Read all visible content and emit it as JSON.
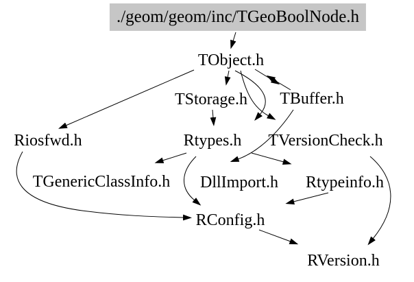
{
  "diagram": {
    "type": "include-dependency-graph",
    "background_color": "#ffffff",
    "root_fill_color": "#c6c6c6",
    "edge_color": "#000000",
    "text_color": "#000000",
    "nodes": [
      {
        "id": "root",
        "label": "./geom/geom/inc/TGeoBoolNode.h"
      },
      {
        "id": "tobject",
        "label": "TObject.h"
      },
      {
        "id": "tstorage",
        "label": "TStorage.h"
      },
      {
        "id": "tbuffer",
        "label": "TBuffer.h"
      },
      {
        "id": "riosfwd",
        "label": "Riosfwd.h"
      },
      {
        "id": "rtypes",
        "label": "Rtypes.h"
      },
      {
        "id": "tversioncheck",
        "label": "TVersionCheck.h"
      },
      {
        "id": "tgenericclassinfo",
        "label": "TGenericClassInfo.h"
      },
      {
        "id": "dllimport",
        "label": "DllImport.h"
      },
      {
        "id": "rtypeinfo",
        "label": "Rtypeinfo.h"
      },
      {
        "id": "rconfig",
        "label": "RConfig.h"
      },
      {
        "id": "rversion",
        "label": "RVersion.h"
      }
    ],
    "edges": [
      {
        "from": "./geom/geom/inc/TGeoBoolNode.h",
        "to": "TObject.h"
      },
      {
        "from": "TObject.h",
        "to": "Riosfwd.h"
      },
      {
        "from": "TObject.h",
        "to": "TStorage.h"
      },
      {
        "from": "TObject.h",
        "to": "TBuffer.h"
      },
      {
        "from": "TBuffer.h",
        "to": "TObject.h"
      },
      {
        "from": "TObject.h",
        "to": "Rtypes.h"
      },
      {
        "from": "TObject.h",
        "to": "TVersionCheck.h"
      },
      {
        "from": "TStorage.h",
        "to": "Rtypes.h"
      },
      {
        "from": "TBuffer.h",
        "to": "Rtypes.h"
      },
      {
        "from": "Rtypes.h",
        "to": "TGenericClassInfo.h"
      },
      {
        "from": "Rtypes.h",
        "to": "Rtypeinfo.h"
      },
      {
        "from": "Rtypes.h",
        "to": "RConfig.h"
      },
      {
        "from": "Riosfwd.h",
        "to": "RConfig.h"
      },
      {
        "from": "Rtypeinfo.h",
        "to": "RConfig.h"
      },
      {
        "from": "RConfig.h",
        "to": "RVersion.h"
      },
      {
        "from": "TVersionCheck.h",
        "to": "RVersion.h"
      }
    ]
  }
}
